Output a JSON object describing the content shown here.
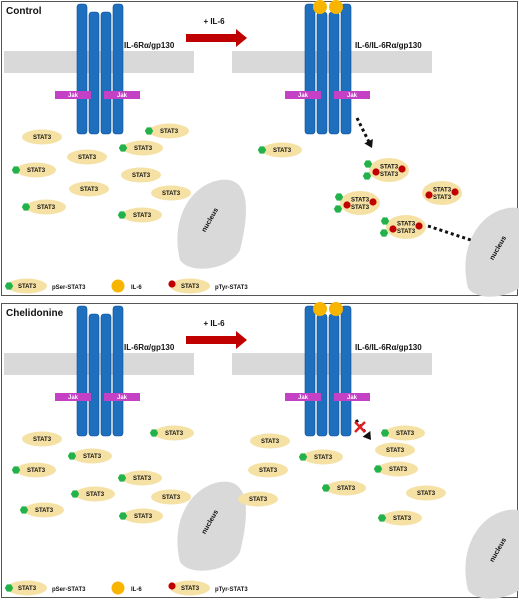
{
  "panels": [
    {
      "title": "Control",
      "receptor_left_label": "IL-6Rα/gp130",
      "receptor_right_label": "IL-6/IL-6Rα/gp130",
      "arrow_label": "+ IL-6",
      "jak_label": "Jak",
      "stat_label": "STAT3",
      "nucleus_label": "nucleus",
      "legend": {
        "pser": "pSer-STAT3",
        "il6": "IL-6",
        "ptyr": "pTyr-STAT3",
        "stat": "STAT3"
      },
      "translocation_blocked": false
    },
    {
      "title": "Chelidonine",
      "receptor_left_label": "IL-6Rα/gp130",
      "receptor_right_label": "IL-6/IL-6Rα/gp130",
      "arrow_label": "+ IL-6",
      "jak_label": "Jak",
      "stat_label": "STAT3",
      "nucleus_label": "nucleus",
      "legend": {
        "pser": "pSer-STAT3",
        "il6": "IL-6",
        "ptyr": "pTyr-STAT3",
        "stat": "STAT3"
      },
      "translocation_blocked": true
    }
  ],
  "colors": {
    "receptor": "#1f6fbf",
    "receptor_stroke": "#0e4f94",
    "membrane": "#d9d9d9",
    "jak": "#c440c4",
    "stat": "#f6e1a5",
    "pser": "#23b24a",
    "ptyr": "#c00000",
    "il6": "#f7b500",
    "arrow": "#c00000",
    "block": "#e02020",
    "nucleus": "#d9d9d9"
  }
}
